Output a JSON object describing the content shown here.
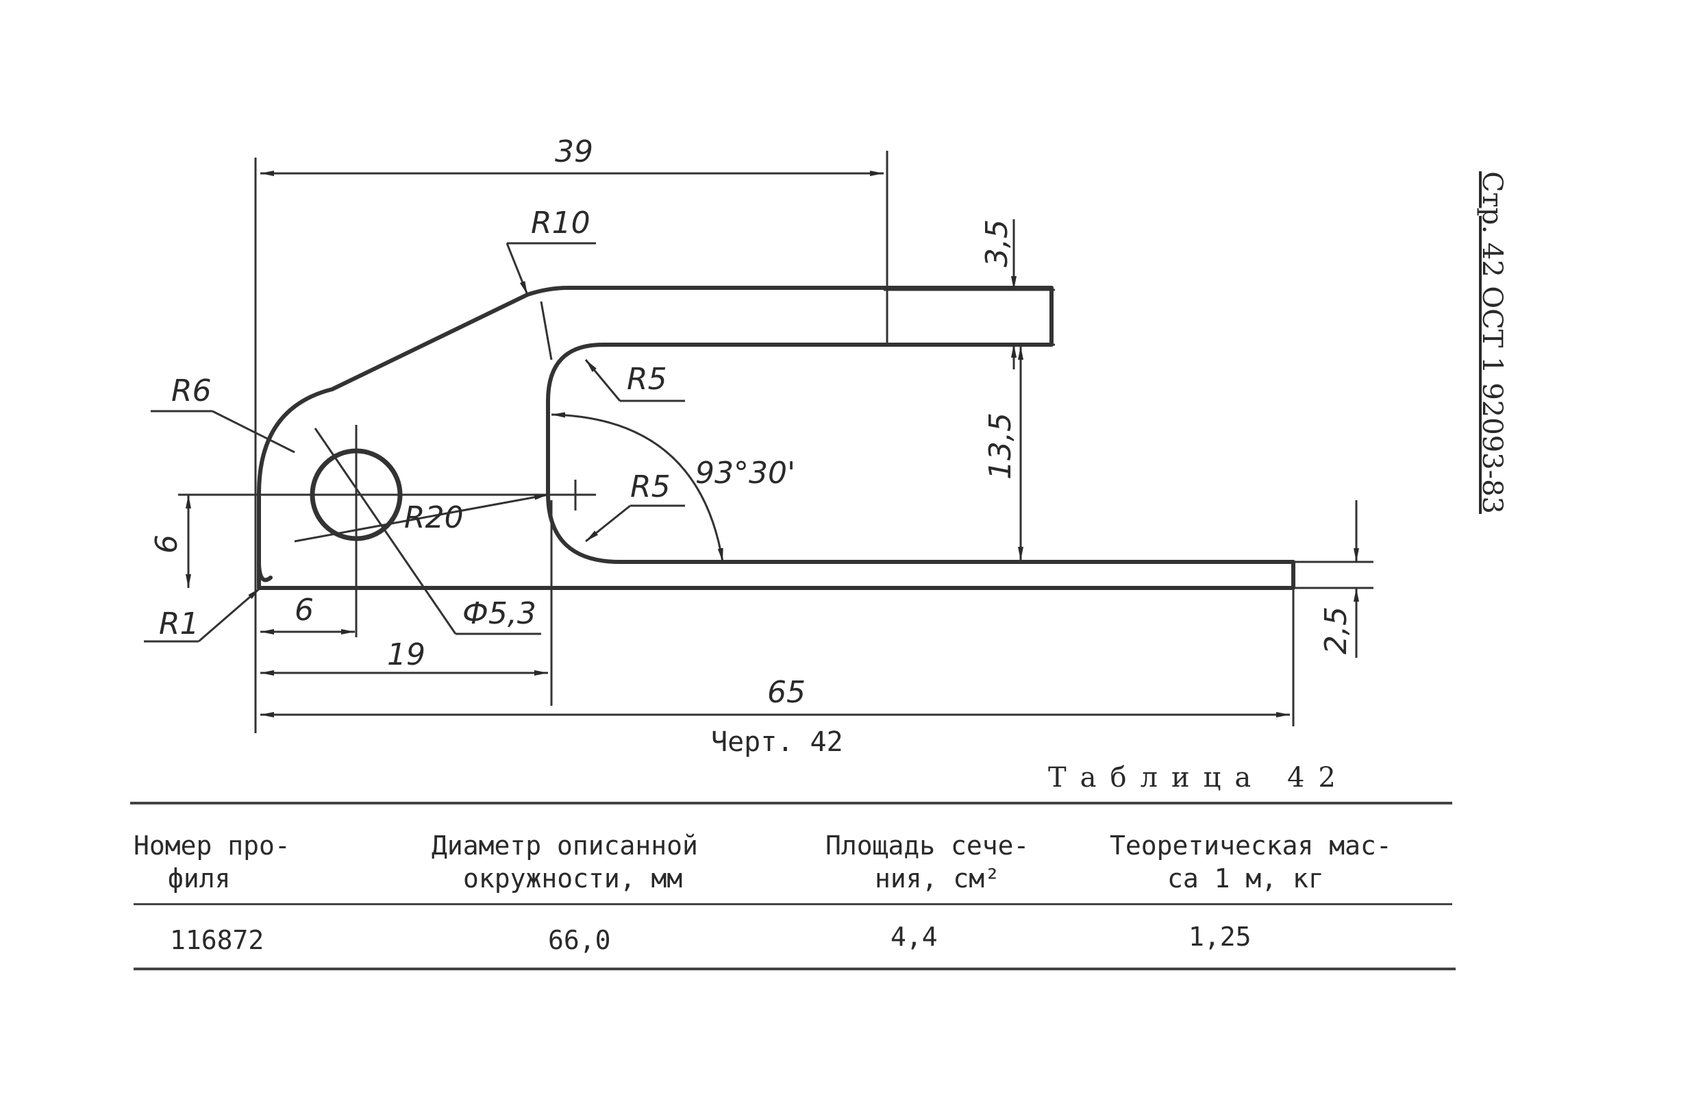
{
  "side_code": "Стр. 42 ОСТ 1 92093-83",
  "drawing": {
    "dims": {
      "d39": "39",
      "r10": "R10",
      "d3_5": "3,5",
      "r6": "R6",
      "r5_top": "R5",
      "angle": "93°30'",
      "d13_5": "13,5",
      "r20": "R20",
      "r5_bot": "R5",
      "d6_vert": "6",
      "r1": "R1",
      "d6_horiz": "6",
      "phi53": "Ф5,3",
      "d19": "19",
      "d65": "65",
      "d2_5": "2,5"
    },
    "caption": "Черт. 42"
  },
  "table": {
    "title": "Таблица 42",
    "headers": {
      "col1": [
        "Номер про-",
        "филя"
      ],
      "col2": [
        "Диаметр описанной",
        "окружности, мм"
      ],
      "col3": [
        "Площадь сече-",
        "ния, см²"
      ],
      "col4": [
        "Теоретическая мас-",
        "са 1 м, кг"
      ]
    },
    "rows": [
      {
        "profile": "116872",
        "diameter": "66,0",
        "area": "4,4",
        "mass": "1,25"
      }
    ]
  }
}
